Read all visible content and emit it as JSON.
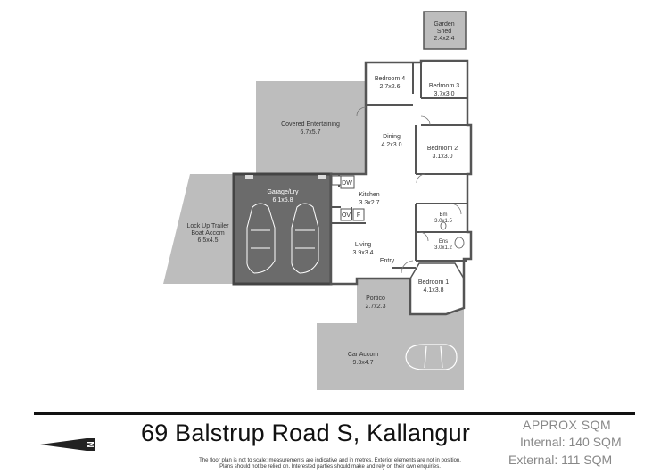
{
  "rooms": {
    "garden_shed": {
      "name": "Garden\nShed",
      "name_l1": "Garden",
      "name_l2": "Shed",
      "size": "2.4x2.4"
    },
    "bedroom4": {
      "name": "Bedroom 4",
      "size": "2.7x2.6"
    },
    "bedroom3": {
      "name": "Bedroom 3",
      "size": "3.7x3.0"
    },
    "covered_entertaining": {
      "name": "Covered Entertaining",
      "size": "6.7x5.7"
    },
    "dining": {
      "name": "Dining",
      "size": "4.2x3.0"
    },
    "bedroom2": {
      "name": "Bedroom 2",
      "size": "3.1x3.0"
    },
    "garage": {
      "name": "Garage/Lry",
      "size": "6.1x5.8"
    },
    "kitchen": {
      "name": "Kitchen",
      "size": "3.3x2.7"
    },
    "lock_up": {
      "name_l1": "Lock Up Trailer",
      "name_l2": "Boat Accom",
      "size": "6.5x4.5"
    },
    "bathroom": {
      "name": "Bm",
      "size": "3.0x1.5"
    },
    "ensuite": {
      "name": "Ens",
      "size": "3.0x1.2"
    },
    "living": {
      "name": "Living",
      "size": "3.9x3.4"
    },
    "entry": {
      "name": "Entry"
    },
    "bedroom1": {
      "name": "Bedroom 1",
      "size": "4.1x3.8"
    },
    "portico": {
      "name": "Portico",
      "size": "2.7x2.3"
    },
    "car_accom": {
      "name": "Car Accom",
      "size": "9.3x4.7"
    }
  },
  "fixtures": {
    "dw": "DW",
    "ov": "OV",
    "f": "F"
  },
  "footer": {
    "address": "69 Balstrup Road S, Kallangur",
    "approx_label": "APPROX SQM",
    "internal": "Internal: 140 SQM",
    "external": "External: 111 SQM",
    "disclaimer_l1": "The floor plan is not to scale; measurements are indicative and in metres. Exterior elements are not in position.",
    "disclaimer_l2": "Plans should not be relied on. Interested parties should make and rely on their own enquiries.",
    "north_letter": "N"
  },
  "colors": {
    "outdoor": "#bdbdbd",
    "interior": "#ffffff",
    "garage": "#6b6b6b",
    "wall": "#555555"
  }
}
